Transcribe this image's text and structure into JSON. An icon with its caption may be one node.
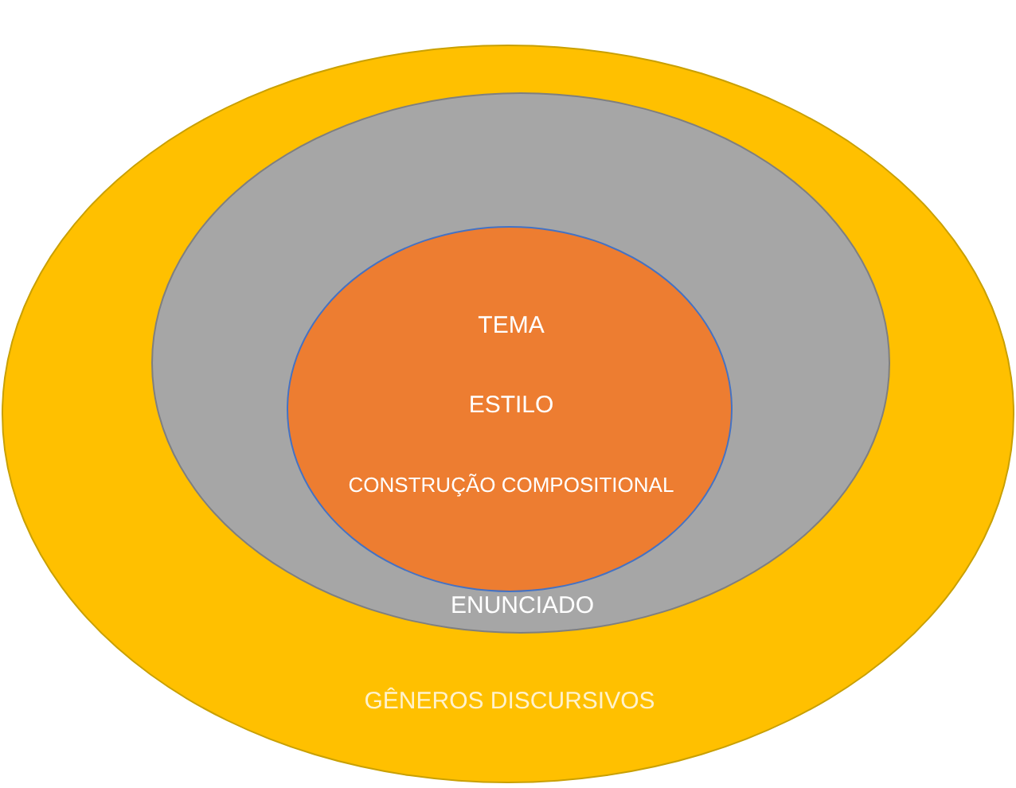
{
  "diagram": {
    "nodes": [
      {
        "text": [
          "GÊNEROS DISCURSIVOS"
        ]
      },
      {
        "text": [
          "ENUNCIADO"
        ],
        "in": 0
      },
      {
        "text": [
          "TEMA",
          "ESTILO",
          "CONSTRUÇÃO COMPOSITIONAL"
        ],
        "in": 1
      }
    ],
    "edges": []
  }
}
